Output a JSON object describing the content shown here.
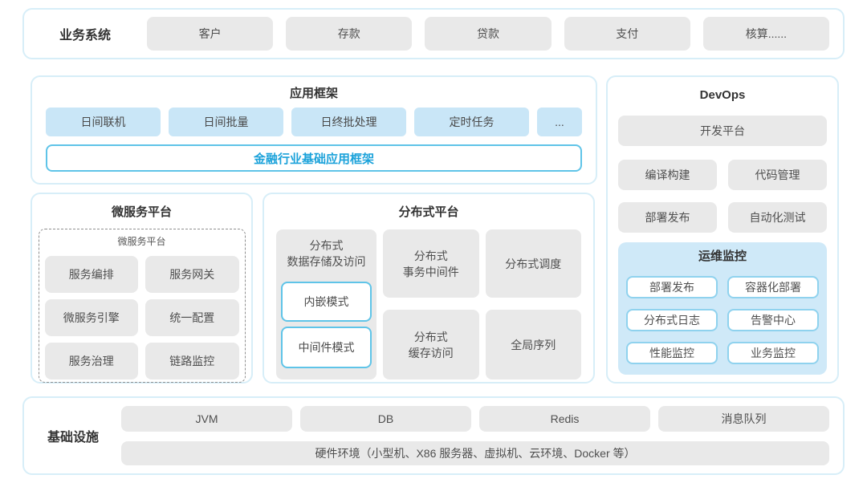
{
  "colors": {
    "section_border": "#d7eef8",
    "gray_box_bg": "#e9e9e9",
    "blue_box_bg": "#c9e6f7",
    "accent_border": "#5fc4e8",
    "accent_text": "#1ba2da",
    "monitor_panel_bg": "#cfe9f8",
    "monitor_item_border": "#8fd2ee",
    "box_text": "#4f4f4f",
    "title_text": "#333333"
  },
  "business": {
    "label": "业务系统",
    "items": [
      "客户",
      "存款",
      "贷款",
      "支付",
      "核算......"
    ]
  },
  "app_framework": {
    "title": "应用框架",
    "items": [
      "日间联机",
      "日间批量",
      "日终批处理",
      "定时任务",
      "..."
    ],
    "base": "金融行业基础应用框架"
  },
  "devops": {
    "title": "DevOps",
    "platform": "开发平台",
    "items": [
      "编译构建",
      "代码管理",
      "部署发布",
      "自动化测试"
    ],
    "monitor": {
      "title": "运维监控",
      "items": [
        "部署发布",
        "容器化部署",
        "分布式日志",
        "告警中心",
        "性能监控",
        "业务监控"
      ]
    }
  },
  "microservice": {
    "title": "微服务平台",
    "inner_title": "微服务平台",
    "items": [
      "服务编排",
      "服务网关",
      "微服务引擎",
      "统一配置",
      "服务治理",
      "链路监控"
    ]
  },
  "distributed": {
    "title": "分布式平台",
    "storage_lines": [
      "分布式",
      "数据存储及访问"
    ],
    "storage_modes": [
      "内嵌模式",
      "中间件模式"
    ],
    "tx_lines": [
      "分布式",
      "事务中间件"
    ],
    "scheduling": "分布式调度",
    "cache_lines": [
      "分布式",
      "缓存访问"
    ],
    "sequence": "全局序列"
  },
  "infrastructure": {
    "label": "基础设施",
    "items": [
      "JVM",
      "DB",
      "Redis",
      "消息队列"
    ],
    "hardware": "硬件环境（小型机、X86 服务器、虚拟机、云环境、Docker 等）"
  }
}
